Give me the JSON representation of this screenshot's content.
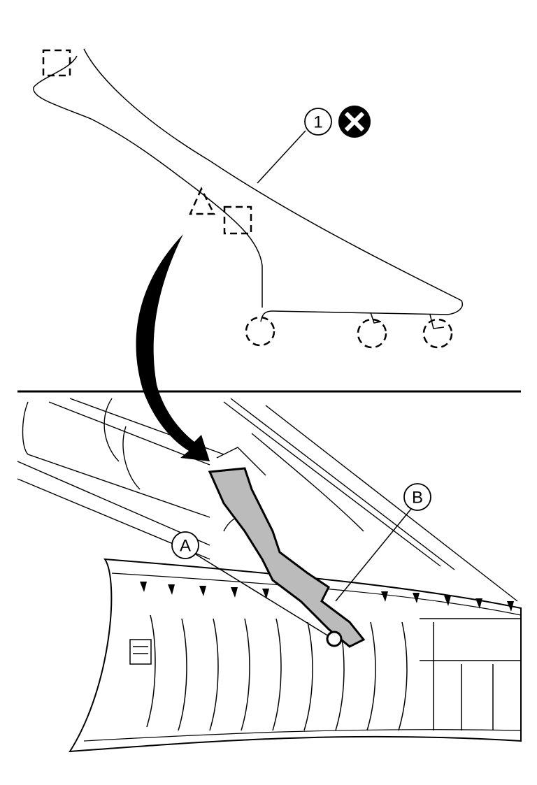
{
  "callouts": {
    "part_1": "1",
    "point_a": "A",
    "point_b": "B"
  },
  "icons": {
    "do_not_reuse": "x-circle-icon",
    "clip": "dashed-square-clip-icon",
    "pawl": "dashed-triangle-pawl-icon",
    "metal_clip": "dashed-circle-clip-icon"
  },
  "colors": {
    "line": "#000000",
    "background": "#ffffff"
  }
}
